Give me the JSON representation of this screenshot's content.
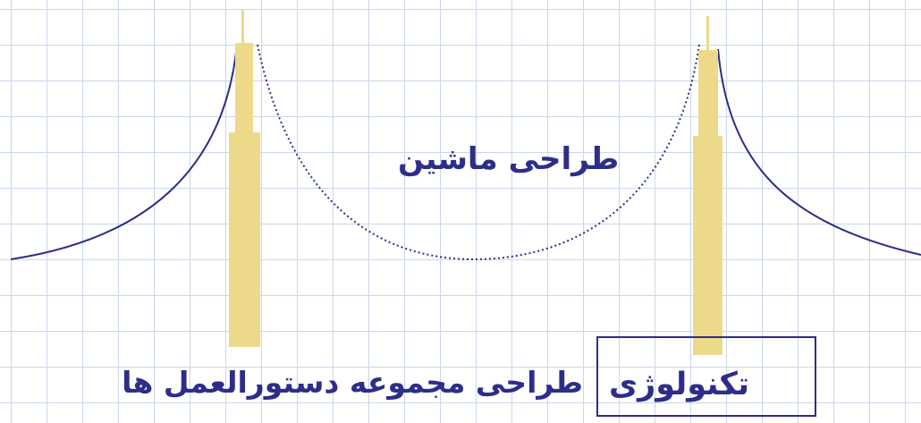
{
  "labels": {
    "center": "طراحی ماشین",
    "left": "طراحی مجموعه دستورالعمل ها",
    "right": "تکنولوژی"
  },
  "colors": {
    "background": "#ffffff",
    "grid": "#c9d7ea",
    "tower": "#ecd98a",
    "cable": "#2d2d8a",
    "text": "#2d2d8a"
  }
}
